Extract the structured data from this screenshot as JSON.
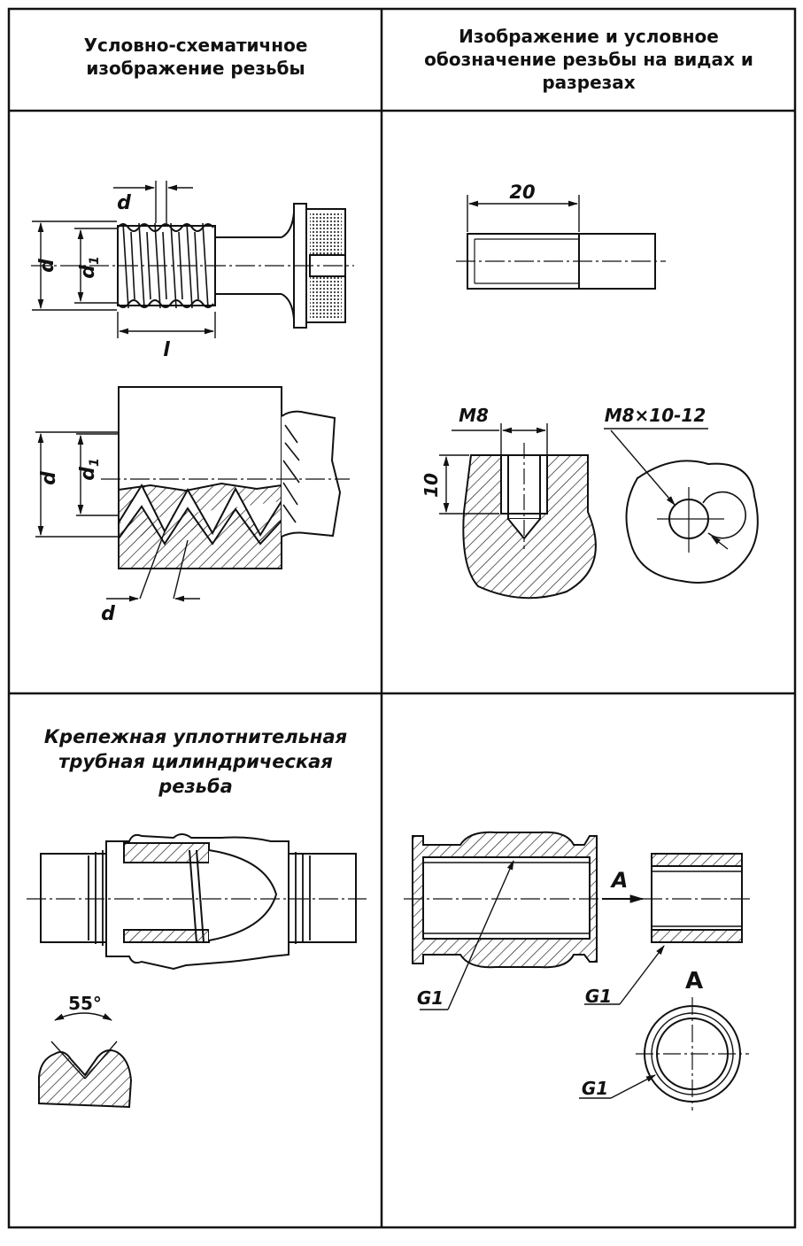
{
  "header": {
    "col1_lines": [
      "Условно-схематичное",
      "изображение резьбы"
    ],
    "col2_lines": [
      "Изображение и условное",
      "обозначение резьбы на видах и",
      "разрезах"
    ]
  },
  "caption_lines": [
    "Крепежная уплотнительная",
    "трубная цилиндрическая",
    "резьба"
  ],
  "labels": {
    "d": "d",
    "d1": "d",
    "d1_sub": "1",
    "l": "l",
    "dim_20": "20",
    "m8": "M8",
    "dim_10": "10",
    "m8_spec": "M8×10-12",
    "g1": "G1",
    "section_a": "A",
    "angle_55": "55°"
  }
}
